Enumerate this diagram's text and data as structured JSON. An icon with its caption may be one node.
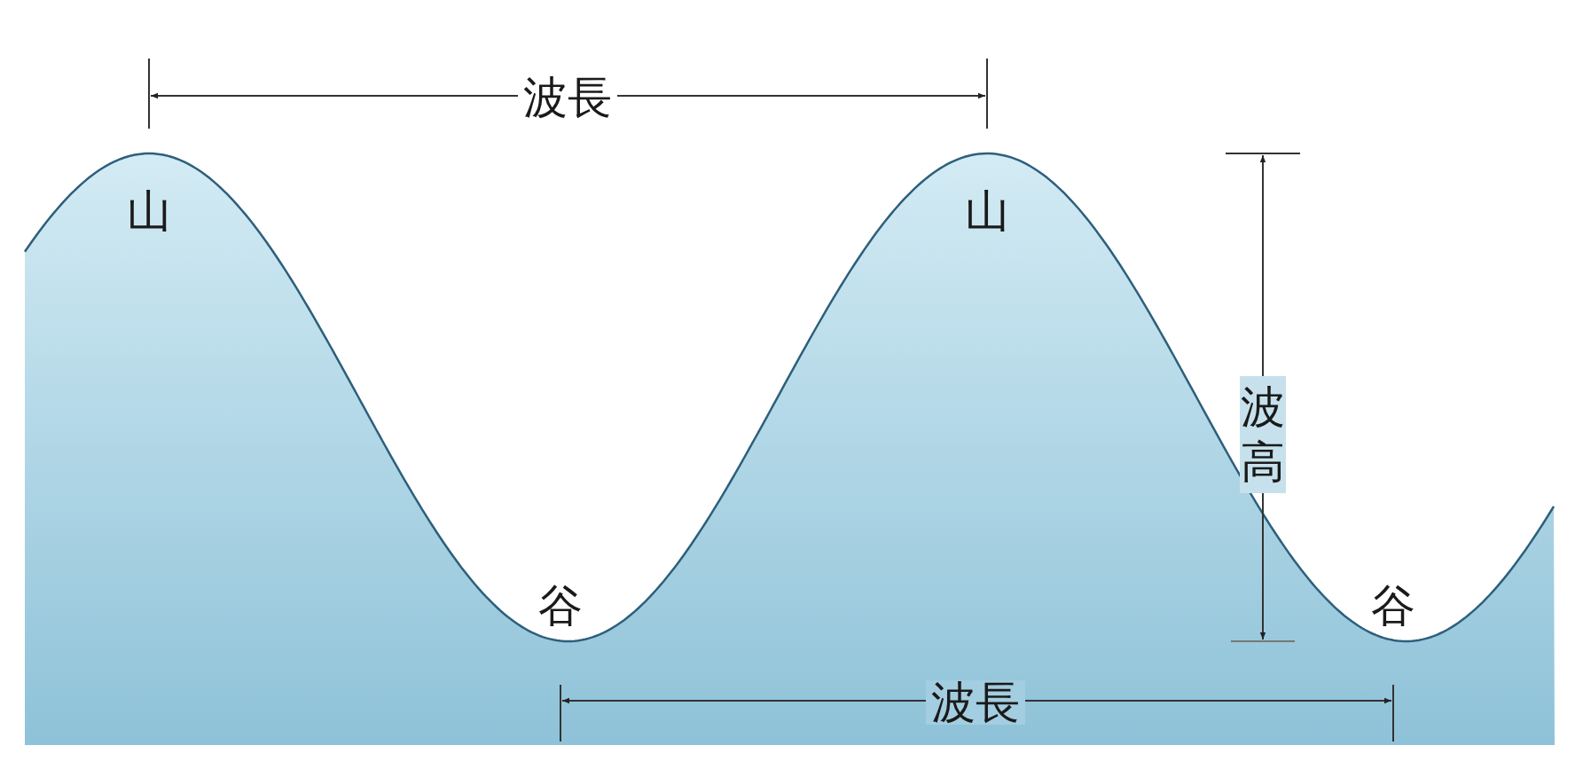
{
  "diagram": {
    "labels": [
      "波長",
      "山",
      "山",
      "波高",
      "谷",
      "谷",
      "波長"
    ]
  }
}
